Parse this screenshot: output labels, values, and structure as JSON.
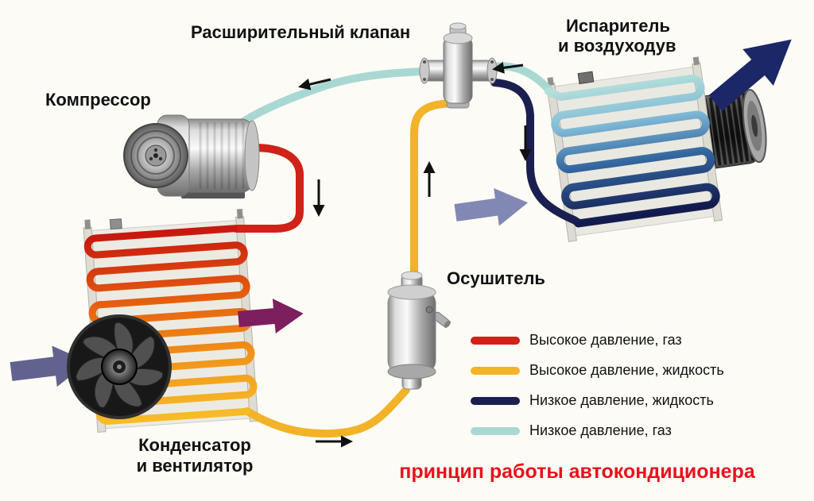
{
  "title": "принцип работы автокондиционера",
  "title_color": "#e8111c",
  "labels": {
    "expansion_valve": "Расширительный клапан",
    "evaporator_line1": "Испаритель",
    "evaporator_line2": "и воздуходув",
    "compressor": "Компрессор",
    "dryer": "Осушитель",
    "condenser_line1": "Конденсатор",
    "condenser_line2": "и вентилятор"
  },
  "legend": {
    "items": [
      {
        "label": "Высокое давление, газ",
        "color": "#cf2218"
      },
      {
        "label": "Высокое давление, жидкость",
        "color": "#f2b329"
      },
      {
        "label": "Низкое давление, жидкость",
        "color": "#1b1f4f"
      },
      {
        "label": "Низкое давление, газ",
        "color": "#a9d8d2"
      }
    ]
  }
}
